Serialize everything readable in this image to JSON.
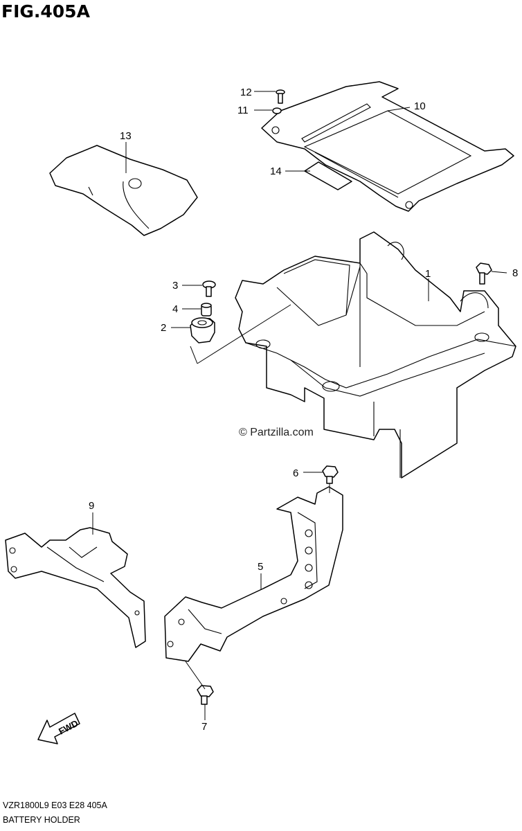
{
  "figure": {
    "title": "FIG.405A",
    "code": "VZR1800L9  E03  E28  405A",
    "name": "BATTERY HOLDER",
    "copyright": "© Partzilla.com",
    "fwd_label": "FWD"
  },
  "callouts": [
    {
      "id": "1",
      "label": "1"
    },
    {
      "id": "2",
      "label": "2"
    },
    {
      "id": "3",
      "label": "3"
    },
    {
      "id": "4",
      "label": "4"
    },
    {
      "id": "5",
      "label": "5"
    },
    {
      "id": "6",
      "label": "6"
    },
    {
      "id": "7",
      "label": "7"
    },
    {
      "id": "8",
      "label": "8"
    },
    {
      "id": "9",
      "label": "9"
    },
    {
      "id": "10",
      "label": "10"
    },
    {
      "id": "11",
      "label": "11"
    },
    {
      "id": "12",
      "label": "12"
    },
    {
      "id": "13",
      "label": "13"
    },
    {
      "id": "14",
      "label": "14"
    }
  ]
}
